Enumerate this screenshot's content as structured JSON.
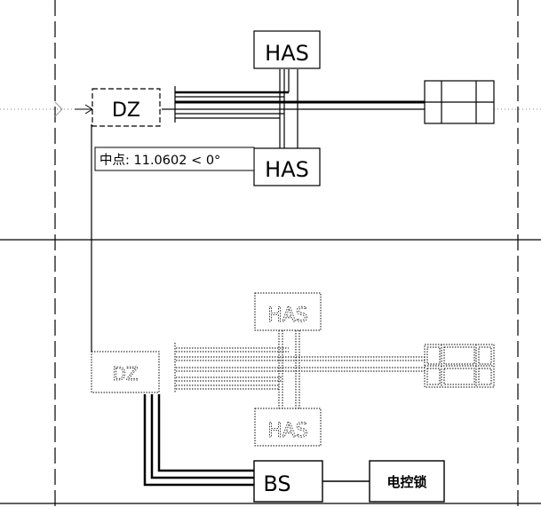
{
  "labels": {
    "top_has_upper": "HAS",
    "top_has_lower": "HAS",
    "top_dz": "DZ",
    "bottom_has_upper": "HAS",
    "bottom_has_lower": "HAS",
    "bottom_dz": "DZ",
    "bs": "BS",
    "lock": "电控锁"
  },
  "tooltip": {
    "text": "中点: 11.0602 < 0°"
  }
}
